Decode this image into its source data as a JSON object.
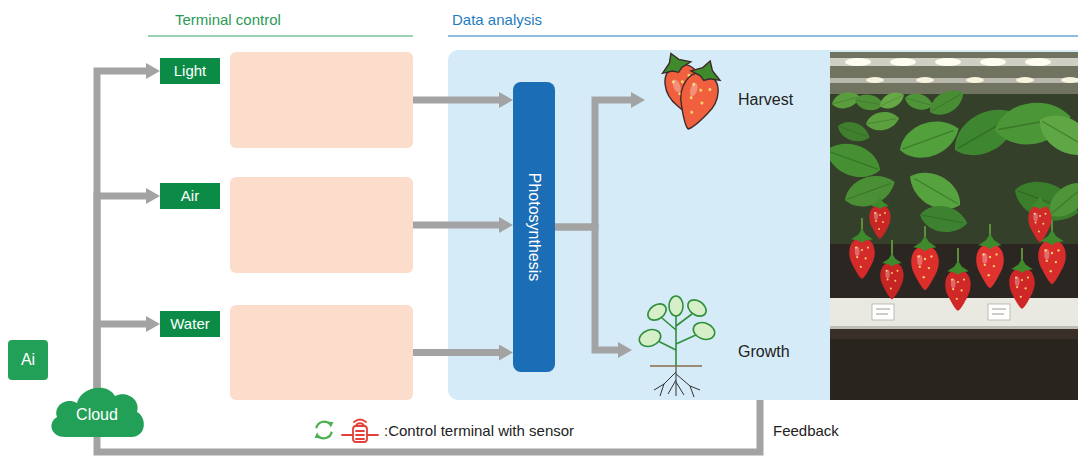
{
  "diagram": {
    "nodes": [
      {
        "text": [
          "Light"
        ]
      },
      {
        "text": [
          "Air"
        ]
      },
      {
        "text": [
          "Water"
        ]
      },
      {
        "text": [
          "Data analysis"
        ]
      },
      {
        "text": [
          "Photosynthesis"
        ],
        "in": 3
      },
      {
        "text": [
          "Harvest"
        ],
        "in": 3
      },
      {
        "text": [
          "Growth"
        ],
        "in": 3
      },
      {
        "text": [
          "Ai"
        ]
      },
      {
        "text": [
          "Cloud"
        ]
      }
    ],
    "edges": [
      {
        "from": 8,
        "to": 0,
        "arrow": "to"
      },
      {
        "from": 8,
        "to": 1,
        "arrow": "to"
      },
      {
        "from": 8,
        "to": 2,
        "arrow": "to"
      },
      {
        "from": 0,
        "to": 4,
        "arrow": "to"
      },
      {
        "from": 1,
        "to": 4,
        "arrow": "to"
      },
      {
        "from": 2,
        "to": 4,
        "arrow": "to"
      },
      {
        "from": 4,
        "to": 5,
        "arrow": "to"
      },
      {
        "from": 4,
        "to": 6,
        "arrow": "to"
      },
      {
        "from": 3,
        "to": 8,
        "label": "Feedback",
        "arrow": "none"
      }
    ],
    "labels": [
      "Terminal control"
    ],
    "legend": [
      {
        "text": ":Control terminal with sensor"
      }
    ]
  }
}
